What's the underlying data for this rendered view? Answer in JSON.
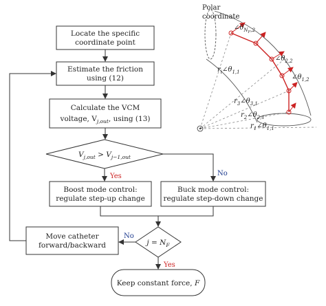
{
  "flowchart": {
    "locate": [
      "Locate the specific",
      "coordinate point"
    ],
    "estimate": [
      "Estimate the friction",
      "using (12)"
    ],
    "calculate": [
      "Calculate the VCM",
      "voltage, V",
      "j,out",
      ", using (13)"
    ],
    "decision1": {
      "lhs": "V",
      "lhs_sub": "j,out",
      "op": ">",
      "rhs": "V",
      "rhs_sub": "j−1,out"
    },
    "yes_label": "Yes",
    "no_label": "No",
    "boost": [
      "Boost mode control:",
      "regulate step-up change"
    ],
    "buck": [
      "Buck mode control:",
      "regulate step-down change"
    ],
    "move": [
      "Move catheter",
      "forward/backward"
    ],
    "decision2": {
      "lhs": "j",
      "op": "=",
      "rhs": "N",
      "rhs_sub": "F"
    },
    "keep": [
      "Keep constant force, ",
      "F"
    ]
  },
  "polar": {
    "title": [
      "Polar",
      "coordinate"
    ],
    "labels": {
      "nf2": {
        "angle": "∠θ",
        "sub": "N",
        "subsub": "F",
        "tail": ",2"
      },
      "a22": {
        "angle": "∠θ",
        "sub": "2,2"
      },
      "a12": {
        "angle": "∠θ",
        "sub": "1,2"
      },
      "r1_11": {
        "r": "r",
        "rsub": "i",
        "angle": "∠θ",
        "sub": "1,1"
      },
      "r3_31": {
        "r": "r",
        "rsub": "3",
        "angle": "∠θ",
        "sub": "3,1"
      },
      "r2_21": {
        "r": "r",
        "rsub": "2",
        "angle": "∠θ",
        "sub": "2,1"
      },
      "r1b_11": {
        "r": "r",
        "rsub": "1",
        "angle": "∠θ",
        "sub": "1,1"
      }
    }
  },
  "colors": {
    "accent_red": "#cc2222",
    "accent_blue": "#1f3c8f",
    "line": "#333333",
    "box_fill": "#ffffff"
  }
}
